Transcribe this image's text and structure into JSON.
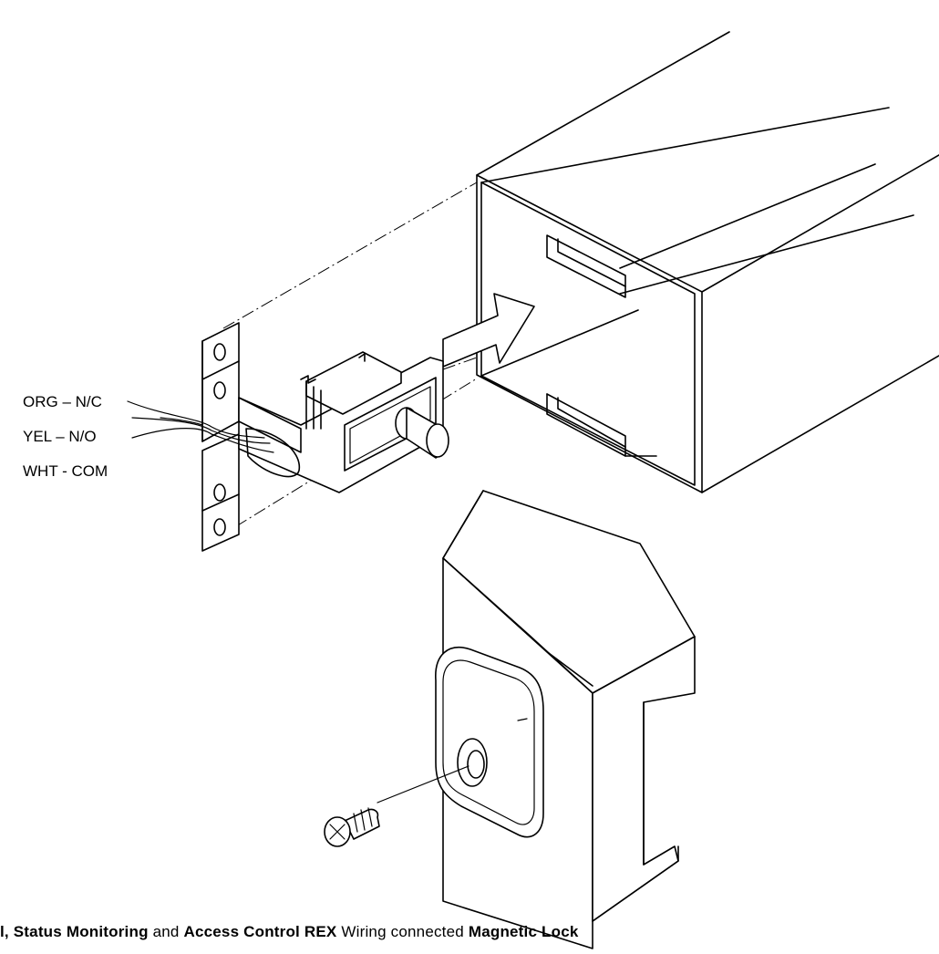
{
  "wire_labels": {
    "orange": "ORG – N/C",
    "yellow": "YEL – N/O",
    "white": "WHT - COM"
  },
  "caption": {
    "part1_bold": "l, Status Monitoring",
    "part2": " and ",
    "part3_bold": "Access Control REX",
    "part4": " Wiring connected ",
    "part5_bold": "Magnetic Lock"
  }
}
